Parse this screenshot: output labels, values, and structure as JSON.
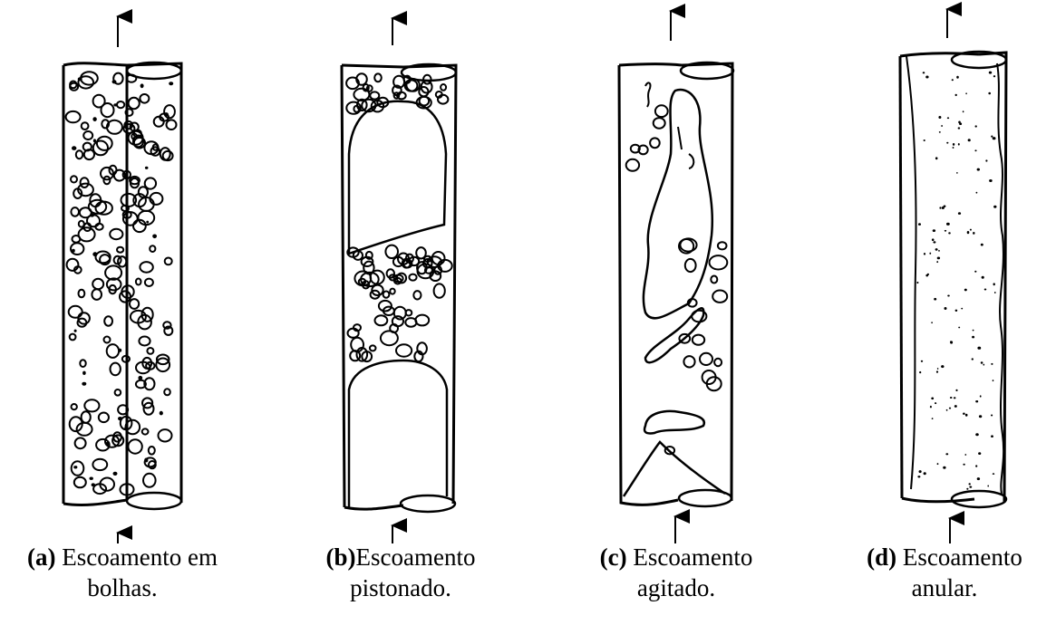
{
  "figure": {
    "panels": [
      {
        "id": "a",
        "label": "(a)",
        "title_line1": " Escoamento em",
        "title_line2": "bolhas.",
        "pattern": "bubble-flow"
      },
      {
        "id": "b",
        "label": "(b)",
        "title_line1": "Escoamento",
        "title_line2": "pistonado.",
        "pattern": "slug-flow"
      },
      {
        "id": "c",
        "label": "(c)",
        "title_line1": " Escoamento",
        "title_line2": "agitado.",
        "pattern": "churn-flow"
      },
      {
        "id": "d",
        "label": "(d)",
        "title_line1": " Escoamento",
        "title_line2": "anular.",
        "pattern": "annular-flow"
      }
    ],
    "stroke_color": "#000000"
  }
}
